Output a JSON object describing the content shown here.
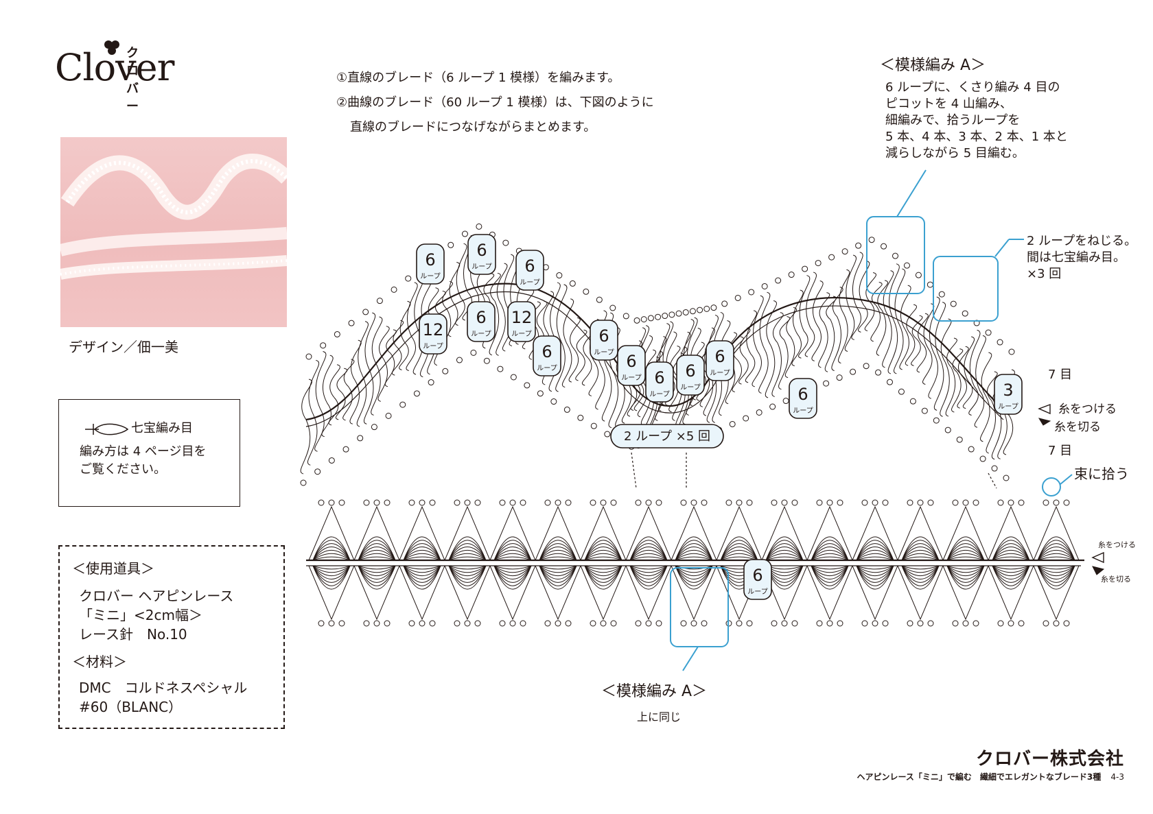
{
  "logo": {
    "word": "Clover",
    "kana": "クロバー"
  },
  "credit": "デザイン／佃一美",
  "stitch_box": {
    "label": "七宝編み目",
    "note_line1": "編み方は 4 ページ目を",
    "note_line2": "ご覧ください。"
  },
  "tools": {
    "heading": "＜使用道具＞",
    "line1": "クロバー ヘアピンレース",
    "line2": "「ミニ」<2cm幅＞",
    "line3": "レース針　No.10",
    "materials_heading": "＜材料＞",
    "material1": "DMC　コルドネスペシャル",
    "material2": "#60（BLANC）"
  },
  "instructions": {
    "step1": "①直線のブレード（6 ループ 1 模様）を編みます。",
    "step2": "②曲線のブレード（60 ループ 1 模様）は、下図のように",
    "step2b": "直線のブレードにつなげながらまとめます。"
  },
  "pattern_a_top": {
    "title": "＜模様編み A＞",
    "line1": "6 ループに、くさり編み 4 目の",
    "line2": "ピコットを 4 山編み、",
    "line3": "細編みで、拾うループを",
    "line4": "5 本、4 本、3 本、2 本、1 本と",
    "line5": "減らしながら 5 目編む。"
  },
  "twist_note": {
    "line1": "2 ループをねじる。",
    "line2": "間は七宝編み目。",
    "line3": "×3 回"
  },
  "side_labels": {
    "seven_top": "7 目",
    "attach": "糸をつける",
    "cut": "糸を切る",
    "seven_bottom": "7 目",
    "gather": "束に拾う",
    "attach_small": "糸をつける",
    "cut_small": "糸を切る"
  },
  "loop_badges": {
    "unit": "ループ",
    "values": [
      "6",
      "6",
      "6",
      "12",
      "6",
      "12",
      "6",
      "6",
      "6",
      "6",
      "6",
      "6",
      "6",
      "3",
      "6"
    ]
  },
  "center_badge": "2 ループ ×5 回",
  "pattern_a_bottom": {
    "title": "＜模様編み A＞",
    "sub": "上に同じ"
  },
  "footer": {
    "company": "クロバー株式会社",
    "subtitle": "ヘアピンレース「ミニ」で編む　繊細でエレガントなブレード3種",
    "page": "4-3"
  },
  "colors": {
    "accent": "#3aa0d0",
    "ink": "#231815",
    "photo_bg": "#efbcbc"
  }
}
